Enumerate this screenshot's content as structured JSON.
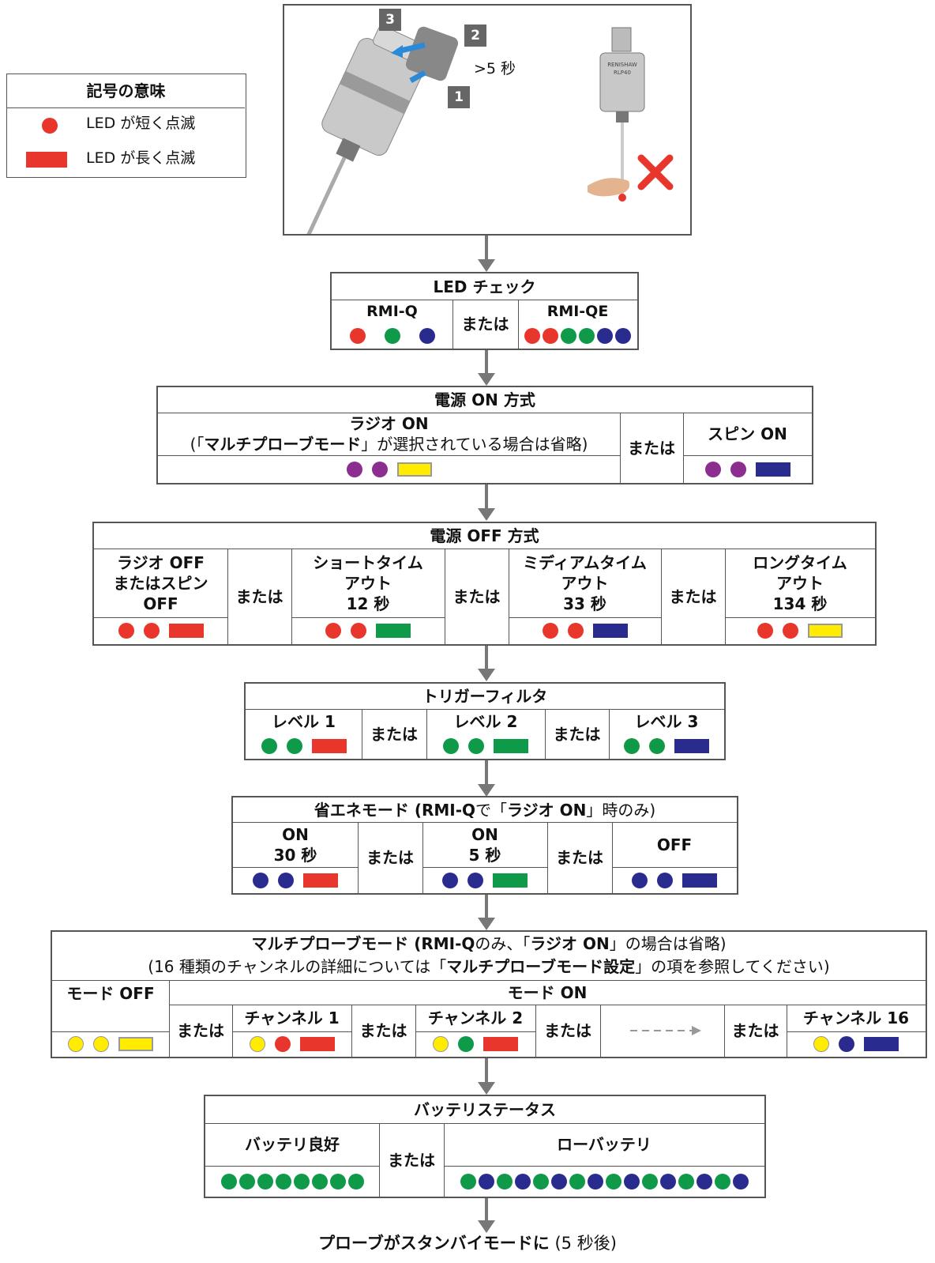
{
  "colors": {
    "red": "#e8362d",
    "green": "#0e9a48",
    "blue": "#2a2b8f",
    "purple": "#8c2e8f",
    "yellow": "#ffec00"
  },
  "legend": {
    "title": "記号の意味",
    "short_flash": "LED が短く点滅",
    "long_flash": "LED が長く点滅"
  },
  "photo": {
    "step1": "1",
    "step2": "2",
    "step3": "3",
    "time": ">5 秒",
    "probe_label": "RLP40",
    "brand": "RENISHAW"
  },
  "or": "または",
  "led_check": {
    "title": "LED チェック",
    "left": "RMI-Q",
    "right": "RMI-QE",
    "left_leds": [
      "red",
      "green",
      "blue"
    ],
    "right_leds": [
      "red",
      "red",
      "green",
      "green",
      "blue",
      "blue"
    ]
  },
  "power_on": {
    "title": "電源 ON 方式",
    "radio_line1": "ラジオ ON",
    "radio_line2_pre": "(「",
    "radio_line2_bold": "マルチプローブモード",
    "radio_line2_post": "」が選択されている場合は省略)",
    "spin": "スピン ON"
  },
  "power_off": {
    "title": "電源 OFF 方式",
    "c1": [
      "ラジオ OFF",
      "またはスピン",
      "OFF"
    ],
    "c2": [
      "ショートタイム",
      "アウト",
      "12 秒"
    ],
    "c3": [
      "ミディアムタイム",
      "アウト",
      "33 秒"
    ],
    "c4": [
      "ロングタイム",
      "アウト",
      "134 秒"
    ]
  },
  "trigger": {
    "title": "トリガーフィルタ",
    "l1": "レベル 1",
    "l2": "レベル 2",
    "l3": "レベル 3"
  },
  "eco": {
    "title_a": "省エネモード (",
    "title_b": "RMI-Q",
    "title_c": " で「",
    "title_d": "ラジオ ON",
    "title_e": "」時のみ)",
    "c1": [
      "ON",
      "30 秒"
    ],
    "c2": [
      "ON",
      "5 秒"
    ],
    "c3": "OFF"
  },
  "multi": {
    "title_a": "マルチプローブモード (",
    "title_b": "RMI-Q",
    "title_c": " のみ、「",
    "title_d": "ラジオ ON",
    "title_e": "」の場合は省略)",
    "sub_a": "(16 種類のチャンネルの詳細については「",
    "sub_b": "マルチプローブモード設定",
    "sub_c": "」の項を参照してください)",
    "mode_off": "モード OFF",
    "mode_on": "モード ON",
    "ch1": "チャンネル 1",
    "ch2": "チャンネル 2",
    "ch16": "チャンネル 16"
  },
  "battery": {
    "title": "バッテリステータス",
    "good": "バッテリ良好",
    "low": "ローバッテリ"
  },
  "final": {
    "bold": "プローブがスタンバイモードに",
    "normal": " (5 秒後)"
  }
}
